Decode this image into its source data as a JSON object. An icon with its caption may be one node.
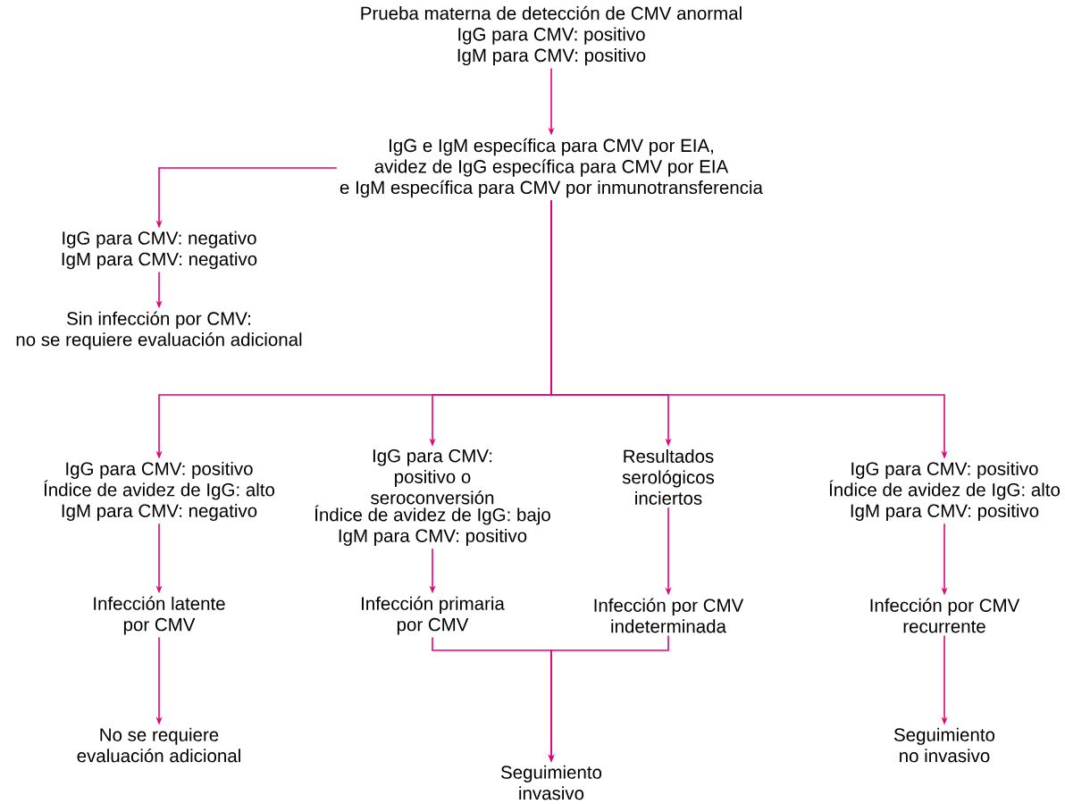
{
  "diagram": {
    "nodes": [
      {
        "text": [
          "Prueba materna de detección de CMV anormal",
          "IgG para CMV: positivo",
          "IgM para CMV: positivo"
        ]
      },
      {
        "text": [
          "IgG e IgM específica para CMV por EIA,",
          "avidez de IgG específica para CMV por EIA",
          "e IgM específica para CMV por inmunotransferencia"
        ]
      },
      {
        "text": [
          "IgG para CMV: negativo",
          "IgM para CMV: negativo"
        ]
      },
      {
        "text": [
          "Sin infección por CMV:",
          "no se requiere evaluación adicional"
        ]
      },
      {
        "text": [
          "IgG para CMV: positivo",
          "Índice de avidez de IgG: alto",
          "IgM para CMV: negativo"
        ]
      },
      {
        "text": [
          "IgG para CMV: positivo o seroconversión",
          "Índice de avidez de IgG: bajo",
          "IgM para CMV: positivo"
        ]
      },
      {
        "text": [
          "Resultados serológicos inciertos"
        ]
      },
      {
        "text": [
          "IgG para CMV: positivo",
          "Índice de avidez de IgG: alto",
          "IgM para CMV: positivo"
        ]
      },
      {
        "text": [
          "Infección latente por CMV"
        ]
      },
      {
        "text": [
          "Infección primaria por CMV"
        ]
      },
      {
        "text": [
          "Infección por CMV indeterminada"
        ]
      },
      {
        "text": [
          "Infección por CMV recurrente"
        ]
      },
      {
        "text": [
          "No se requiere evaluación adicional"
        ]
      },
      {
        "text": [
          "Seguimiento invasivo"
        ]
      },
      {
        "text": [
          "Seguimiento no invasivo"
        ]
      }
    ],
    "edges": [
      {
        "from": 0,
        "to": 1,
        "arrow": "to"
      },
      {
        "from": 1,
        "to": 2,
        "arrow": "to"
      },
      {
        "from": 2,
        "to": 3,
        "arrow": "to"
      },
      {
        "from": 1,
        "to": 4,
        "arrow": "to"
      },
      {
        "from": 1,
        "to": 5,
        "arrow": "to"
      },
      {
        "from": 1,
        "to": 6,
        "arrow": "to"
      },
      {
        "from": 1,
        "to": 7,
        "arrow": "to"
      },
      {
        "from": 4,
        "to": 8,
        "arrow": "to"
      },
      {
        "from": 5,
        "to": 9,
        "arrow": "to"
      },
      {
        "from": 6,
        "to": 10,
        "arrow": "to"
      },
      {
        "from": 7,
        "to": 11,
        "arrow": "to"
      },
      {
        "from": 8,
        "to": 12,
        "arrow": "to"
      },
      {
        "from": 9,
        "to": 13,
        "arrow": "to"
      },
      {
        "from": 10,
        "to": 13,
        "arrow": "to"
      },
      {
        "from": 11,
        "to": 14,
        "arrow": "to"
      }
    ]
  }
}
